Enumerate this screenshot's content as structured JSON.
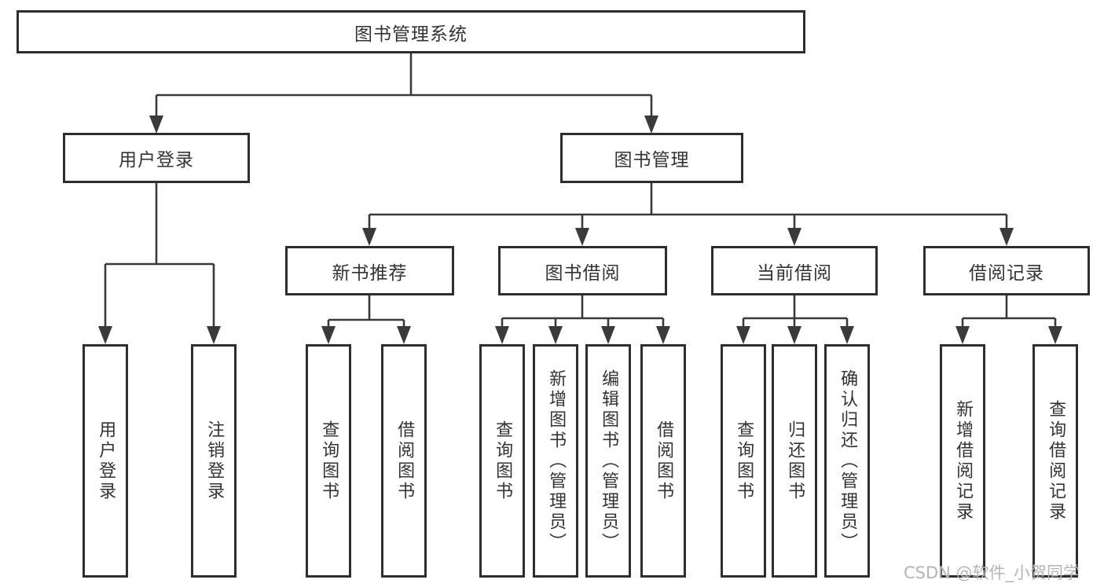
{
  "colors": {
    "line": "#3a3a3a",
    "border": "#2e2e2e",
    "text": "#333333",
    "watermark": "#b5b5b5",
    "bg": "#ffffff"
  },
  "diagram": {
    "root": "图书管理系统",
    "level2": {
      "user_login": "用户登录",
      "book_mgmt": "图书管理"
    },
    "level3": {
      "new_book": "新书推荐",
      "borrow": "图书借阅",
      "current": "当前借阅",
      "records": "借阅记录"
    },
    "leaves": {
      "user_login": [
        "用户登录",
        "注销登录"
      ],
      "new_book": [
        "查询图书",
        "借阅图书"
      ],
      "borrow": [
        "查询图书",
        "新增图书（管理员）",
        "编辑图书（管理员）",
        "借阅图书"
      ],
      "current": [
        "查询图书",
        "归还图书",
        "确认归还（管理员）"
      ],
      "records": [
        "新增借阅记录",
        "查询借阅记录"
      ]
    },
    "watermark": "CSDN @软件_小贺同学"
  }
}
